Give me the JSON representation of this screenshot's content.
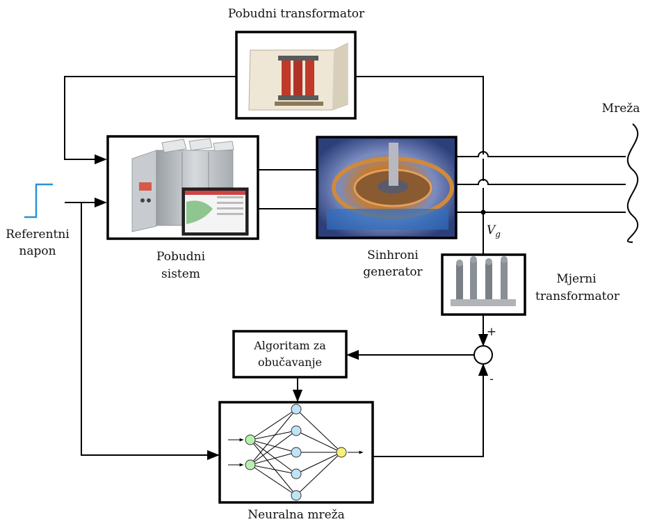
{
  "labels": {
    "top_transformer": "Pobudni transformator",
    "network": "Mreža",
    "reference_line1": "Referentni",
    "reference_line2": "napon",
    "excitation_line1": "Pobudni",
    "excitation_line2": "sistem",
    "generator_line1": "Sinhroni",
    "generator_line2": "generator",
    "measuring_line1": "Mjerni",
    "measuring_line2": "transformator",
    "vg_main": "V",
    "vg_sub": "g",
    "algorithm_line1": "Algoritam za",
    "algorithm_line2": "obučavanje",
    "neural_network": "Neuralna mreža",
    "plus": "+",
    "minus": "-"
  },
  "colors": {
    "line": "#000000",
    "step_signal": "#2a8fd6",
    "input_node": "#b9f0b0",
    "hidden_node": "#bfe3f7",
    "output_node": "#f7f07a",
    "transformer_core": "#c0392b",
    "generator_ring": "#b5651d"
  },
  "neural_layers": [
    2,
    5,
    1
  ]
}
